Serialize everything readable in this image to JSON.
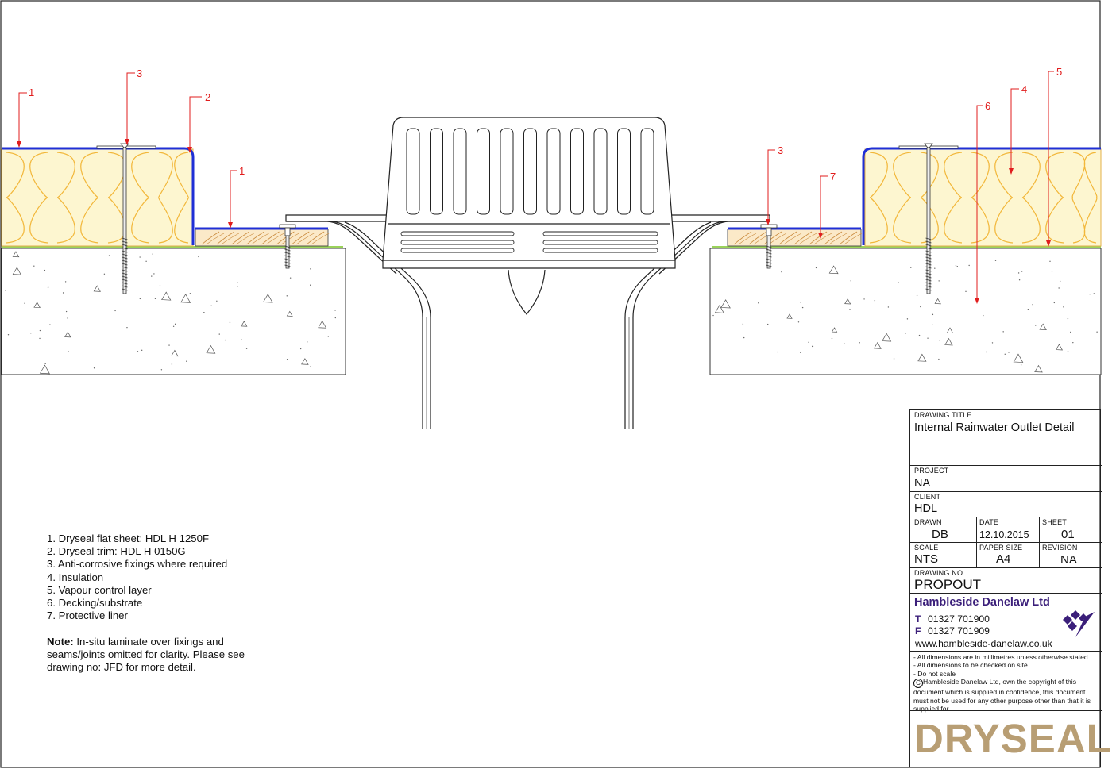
{
  "callouts": [
    {
      "id": "c1a",
      "label": "1"
    },
    {
      "id": "c3a",
      "label": "3"
    },
    {
      "id": "c2",
      "label": "2"
    },
    {
      "id": "c1b",
      "label": "1"
    },
    {
      "id": "c3b",
      "label": "3"
    },
    {
      "id": "c7",
      "label": "7"
    },
    {
      "id": "c6",
      "label": "6"
    },
    {
      "id": "c4",
      "label": "4"
    },
    {
      "id": "c5",
      "label": "5"
    }
  ],
  "legend": {
    "items": [
      "1. Dryseal flat sheet: HDL H 1250F",
      "2. Dryseal trim: HDL H 0150G",
      "3. Anti-corrosive fixings where required",
      "4. Insulation",
      "5. Vapour control layer",
      "6. Decking/substrate",
      "7. Protective liner"
    ],
    "note_label": "Note:",
    "note_text": " In-situ laminate over fixings and seams/joints omitted for clarity. Please see drawing no: JFD for more detail."
  },
  "title_block": {
    "drawing_title_label": "DRAWING TITLE",
    "drawing_title": "Internal Rainwater Outlet Detail",
    "project_label": "PROJECT",
    "project": "NA",
    "client_label": "CLIENT",
    "client": "HDL",
    "drawn_label": "DRAWN",
    "drawn": "DB",
    "date_label": "DATE",
    "date": "12.10.2015",
    "sheet_label": "SHEET",
    "sheet": "01",
    "scale_label": "SCALE",
    "scale": "NTS",
    "paper_size_label": "PAPER SIZE",
    "paper_size": "A4",
    "revision_label": "REVISION",
    "revision": "NA",
    "drawing_no_label": "DRAWING NO",
    "drawing_no": "PROPOUT",
    "company": "Hambleside Danelaw Ltd",
    "phone_prefix": "T",
    "phone": "01327 701900",
    "fax_prefix": "F",
    "fax": "01327 701909",
    "website": "www.hambleside-danelaw.co.uk",
    "disclaimers": [
      "- All dimensions are in millimetres unless otherwise stated",
      "- All dimensions to be checked on site",
      "- Do not scale"
    ],
    "copyright": "Hambleside Danelaw Ltd, own the copyright of this document which is supplied in confidence, this document must not be used for any other purpose other than that it is supplied for.",
    "brand": "DRYSEAL",
    "brand_mark": "®"
  },
  "colors": {
    "membrane": "#1f2fd6",
    "insulation_fill": "#fdf6d0",
    "insulation_line": "#f2b73a",
    "timber_fill": "#fbe9c8",
    "timber_grain": "#c98a3d",
    "vapour_layer": "#9ad25a",
    "callout": "#e11d1d",
    "brand_text": "#b89e74",
    "company_text": "#3b1f7a"
  }
}
